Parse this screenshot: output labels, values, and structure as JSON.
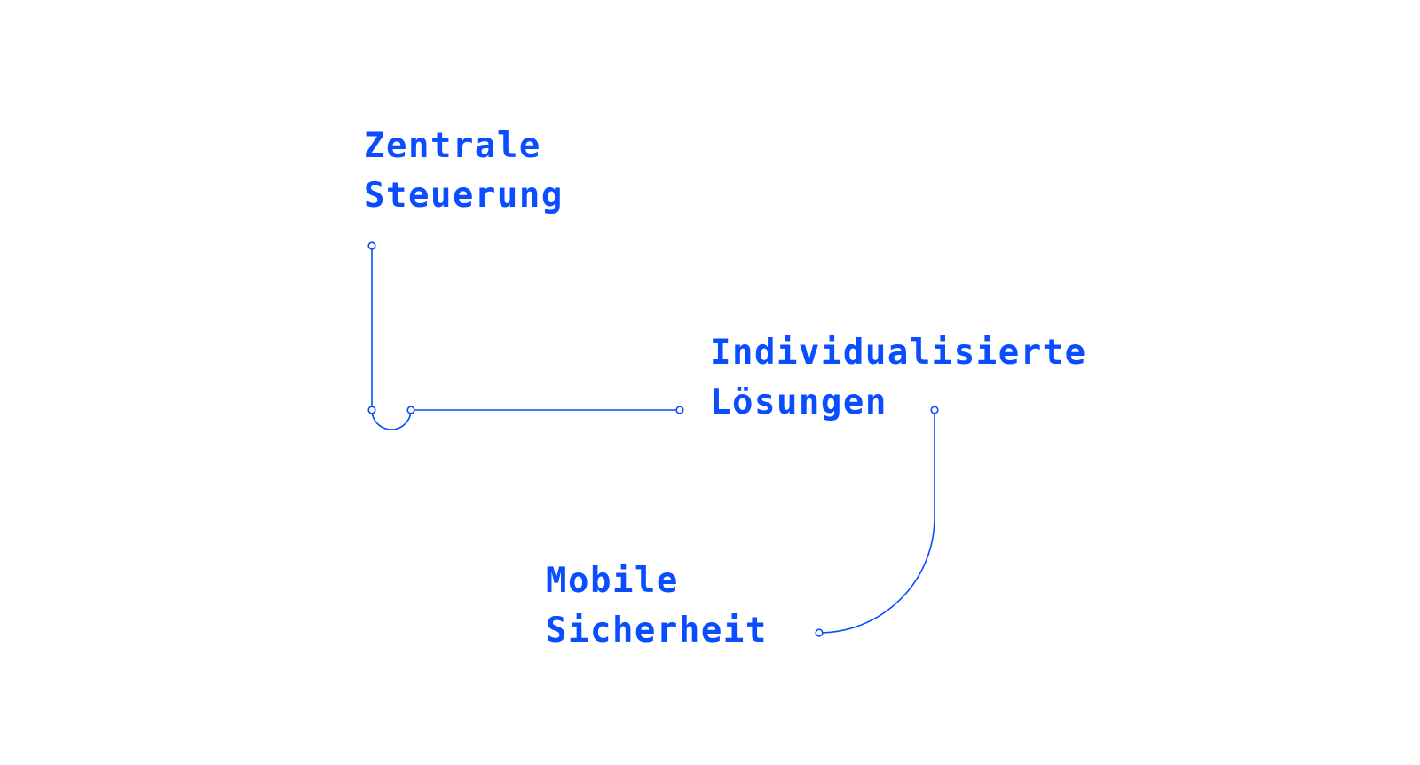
{
  "colors": {
    "accent": "#0a4dff",
    "background": "#ffffff"
  },
  "nodes": {
    "zentrale": {
      "line1": "Zentrale",
      "line2": "Steuerung"
    },
    "individual": {
      "line1": "Individualisierte",
      "line2": "Lösungen"
    },
    "mobile": {
      "line1": "Mobile",
      "line2": "Sicherheit"
    }
  }
}
